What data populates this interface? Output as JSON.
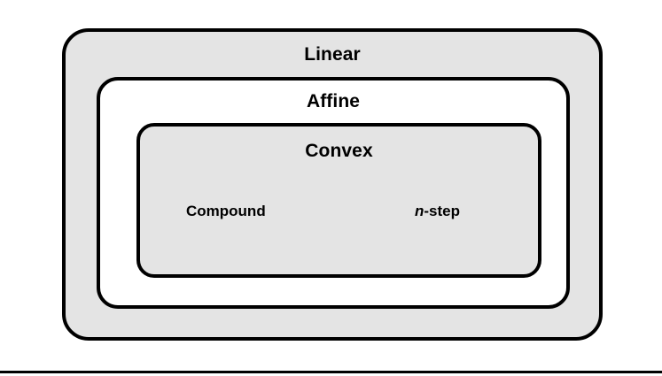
{
  "diagram": {
    "type": "nested-set-venn",
    "background_color": "#ffffff",
    "border_color": "#000000",
    "fill_gray": "#e4e4e4",
    "fill_white": "#ffffff",
    "sets": [
      {
        "id": "linear",
        "label": "Linear",
        "level": 0,
        "fill": "#e4e4e4",
        "contains": "affine"
      },
      {
        "id": "affine",
        "label": "Affine",
        "level": 1,
        "fill": "#ffffff",
        "contains": "convex"
      },
      {
        "id": "convex",
        "label": "Convex",
        "level": 2,
        "fill": "#e4e4e4",
        "contains": "members"
      }
    ],
    "members": [
      {
        "id": "compound",
        "label": "Compound"
      },
      {
        "id": "n-step",
        "label_italic": "n",
        "label_rest": "-step"
      }
    ]
  }
}
